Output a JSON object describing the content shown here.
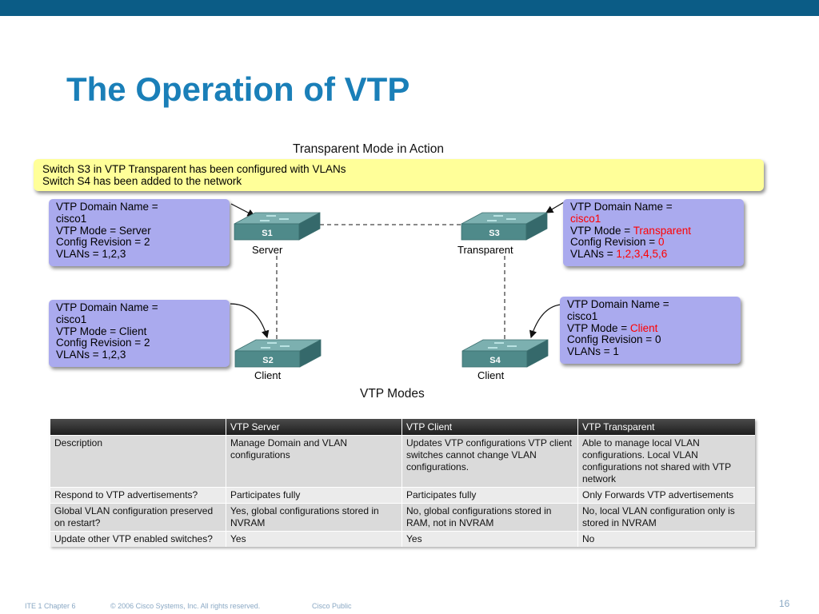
{
  "slide": {
    "title": "The Operation of VTP",
    "diagram_title": "Transparent Mode in Action",
    "banner_lines": [
      "Switch S3 in VTP Transparent has been configured with VLANs",
      "Switch S4 has been added to the network"
    ],
    "switches": [
      {
        "id": "S1",
        "role": "Server"
      },
      {
        "id": "S3",
        "role": "Transparent"
      },
      {
        "id": "S2",
        "role": "Client"
      },
      {
        "id": "S4",
        "role": "Client"
      }
    ],
    "info_boxes": {
      "s1": {
        "l1": "VTP Domain Name =",
        "domain": "cisco1",
        "mode_label": "VTP Mode = ",
        "mode": "Server",
        "rev_label": "Config Revision = ",
        "rev": "2",
        "vlans_label": "VLANs = ",
        "vlans": "1,2,3"
      },
      "s3": {
        "l1": "VTP Domain Name =",
        "domain": "cisco1",
        "mode_label": "VTP Mode = ",
        "mode": "Transparent",
        "rev_label": "Config Revision = ",
        "rev": "0",
        "vlans_label": "VLANs = ",
        "vlans": "1,2,3,4,5,6"
      },
      "s2": {
        "l1": "VTP Domain Name =",
        "domain": "cisco1",
        "mode_label": "VTP Mode = ",
        "mode": "Client",
        "rev_label": "Config Revision = ",
        "rev": "2",
        "vlans_label": "VLANs = ",
        "vlans": "1,2,3"
      },
      "s4": {
        "l1": "VTP Domain Name =",
        "domain": "cisco1",
        "mode_label": "VTP Mode = ",
        "mode": "Client",
        "rev_label": "Config Revision = ",
        "rev": "0",
        "vlans_label": "VLANs = ",
        "vlans": "1"
      }
    },
    "modes_title": "VTP Modes",
    "table": {
      "headers": [
        "",
        "VTP Server",
        "VTP Client",
        "VTP Transparent"
      ],
      "rows": [
        [
          "Description",
          "Manage Domain and VLAN configurations",
          "Updates VTP configurations VTP client switches cannot change VLAN configurations.",
          "Able to manage local VLAN configurations. Local VLAN configurations not shared with VTP network"
        ],
        [
          "Respond to VTP advertisements?",
          "Participates fully",
          "Participates fully",
          "Only Forwards VTP advertisements"
        ],
        [
          "Global VLAN configuration preserved on restart?",
          "Yes, global configurations stored in NVRAM",
          "No, global configurations stored in RAM, not in NVRAM",
          "No, local VLAN configuration only is stored in NVRAM"
        ],
        [
          "Update other VTP enabled switches?",
          "Yes",
          "Yes",
          "No"
        ]
      ]
    },
    "footer": {
      "chapter": "ITE 1 Chapter 6",
      "copyright": "© 2006 Cisco Systems, Inc. All rights reserved.",
      "classification": "Cisco Public",
      "page": "16"
    },
    "colors": {
      "top_bar": "#0b5c86",
      "title": "#1a7fb8",
      "banner": "#ffff99",
      "info_box": "#aaaaee",
      "highlight": "#ff0000",
      "switch": "#4f8a8a",
      "table_header": "#2b2b2b"
    },
    "icons": [
      "switch-icon"
    ]
  }
}
